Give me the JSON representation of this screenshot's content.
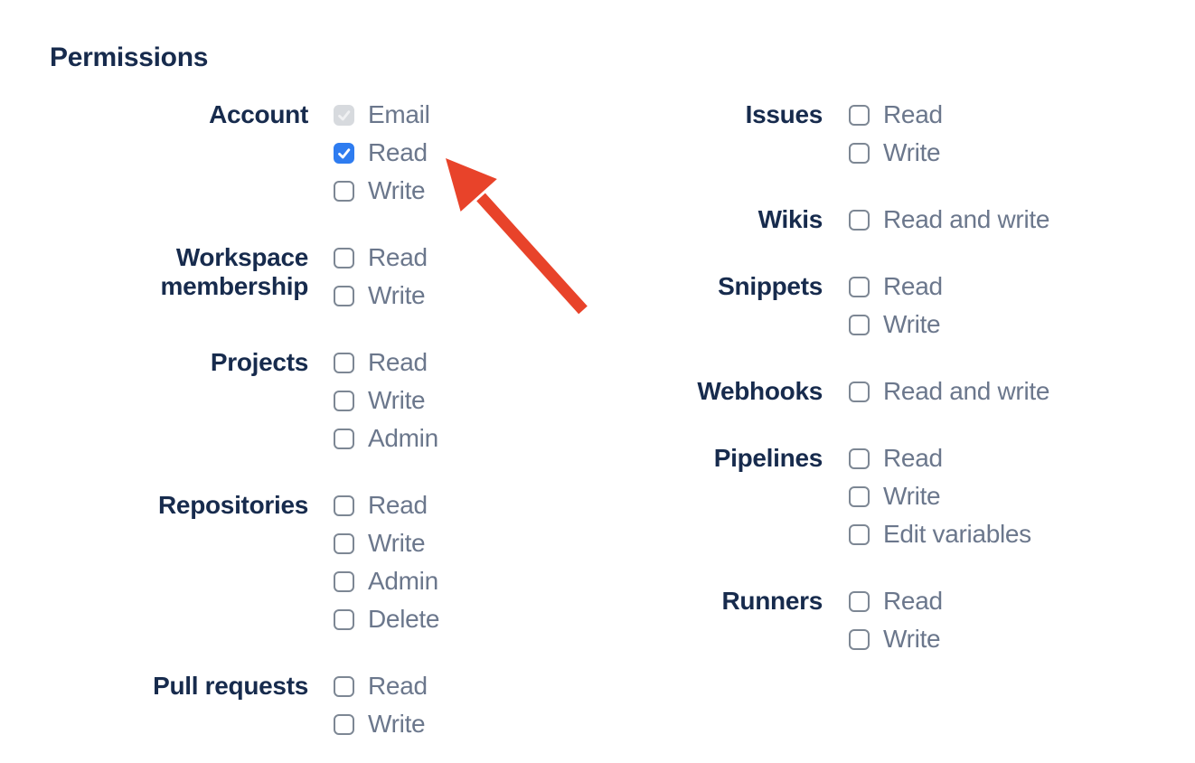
{
  "heading": "Permissions",
  "colors": {
    "heading_text": "#172B4D",
    "group_label_text": "#172B4D",
    "option_label_text": "#6B778C",
    "checkbox_border": "#7D8794",
    "checkbox_checked_bg": "#2E7CF0",
    "checkbox_disabled_bg": "#D7DADE",
    "checkbox_disabled_check": "#F0F1F3",
    "arrow": "#E8432A"
  },
  "columns": [
    {
      "name": "left",
      "groups": [
        {
          "label": "Account",
          "options": [
            {
              "label": "Email",
              "state": "checked_disabled"
            },
            {
              "label": "Read",
              "state": "checked"
            },
            {
              "label": "Write",
              "state": "unchecked"
            }
          ]
        },
        {
          "label": "Workspace membership",
          "options": [
            {
              "label": "Read",
              "state": "unchecked"
            },
            {
              "label": "Write",
              "state": "unchecked"
            }
          ]
        },
        {
          "label": "Projects",
          "options": [
            {
              "label": "Read",
              "state": "unchecked"
            },
            {
              "label": "Write",
              "state": "unchecked"
            },
            {
              "label": "Admin",
              "state": "unchecked"
            }
          ]
        },
        {
          "label": "Repositories",
          "options": [
            {
              "label": "Read",
              "state": "unchecked"
            },
            {
              "label": "Write",
              "state": "unchecked"
            },
            {
              "label": "Admin",
              "state": "unchecked"
            },
            {
              "label": "Delete",
              "state": "unchecked"
            }
          ]
        },
        {
          "label": "Pull requests",
          "options": [
            {
              "label": "Read",
              "state": "unchecked"
            },
            {
              "label": "Write",
              "state": "unchecked"
            }
          ]
        }
      ]
    },
    {
      "name": "right",
      "groups": [
        {
          "label": "Issues",
          "options": [
            {
              "label": "Read",
              "state": "unchecked"
            },
            {
              "label": "Write",
              "state": "unchecked"
            }
          ]
        },
        {
          "label": "Wikis",
          "options": [
            {
              "label": "Read and write",
              "state": "unchecked"
            }
          ]
        },
        {
          "label": "Snippets",
          "options": [
            {
              "label": "Read",
              "state": "unchecked"
            },
            {
              "label": "Write",
              "state": "unchecked"
            }
          ]
        },
        {
          "label": "Webhooks",
          "options": [
            {
              "label": "Read and write",
              "state": "unchecked"
            }
          ]
        },
        {
          "label": "Pipelines",
          "options": [
            {
              "label": "Read",
              "state": "unchecked"
            },
            {
              "label": "Write",
              "state": "unchecked"
            },
            {
              "label": "Edit variables",
              "state": "unchecked"
            }
          ]
        },
        {
          "label": "Runners",
          "options": [
            {
              "label": "Read",
              "state": "unchecked"
            },
            {
              "label": "Write",
              "state": "unchecked"
            }
          ]
        }
      ]
    }
  ],
  "annotation": {
    "shape": "arrow",
    "color": "#E8432A",
    "target": "Account Read checkbox"
  }
}
